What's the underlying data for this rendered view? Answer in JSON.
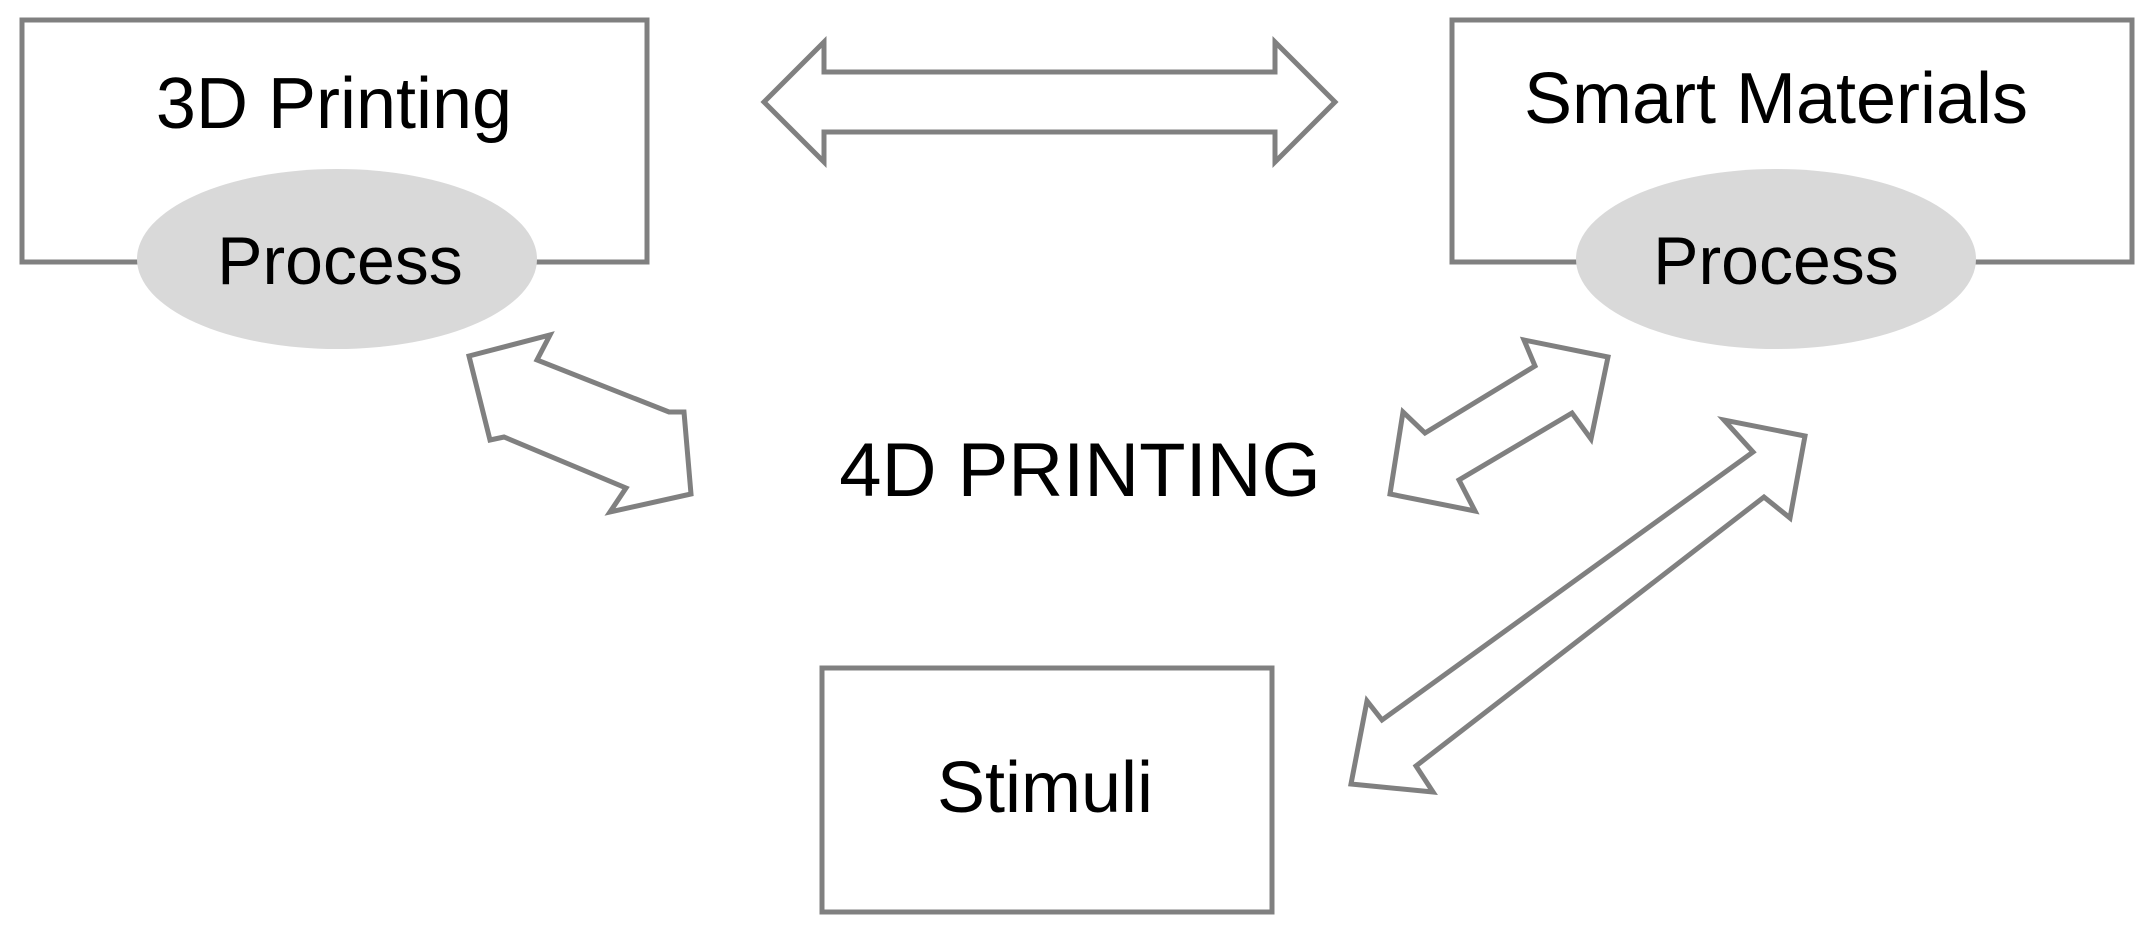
{
  "nodes": {
    "printing3d": {
      "title": "3D Printing",
      "process": "Process"
    },
    "smart_materials": {
      "title": "Smart Materials",
      "process": "Process"
    },
    "stimuli": {
      "title": "Stimuli"
    }
  },
  "center": {
    "title": "4D PRINTING"
  },
  "colors": {
    "stroke": "#808080",
    "ellipse_fill": "#d9d9d9",
    "text": "#000000",
    "background": "#ffffff"
  },
  "connections": [
    {
      "from": "3D Printing",
      "to": "Smart Materials",
      "direction": "both"
    },
    {
      "from": "3D Printing",
      "to": "4D PRINTING",
      "direction": "both"
    },
    {
      "from": "Smart Materials",
      "to": "4D PRINTING",
      "direction": "both"
    },
    {
      "from": "Smart Materials",
      "to": "Stimuli",
      "direction": "both"
    }
  ]
}
